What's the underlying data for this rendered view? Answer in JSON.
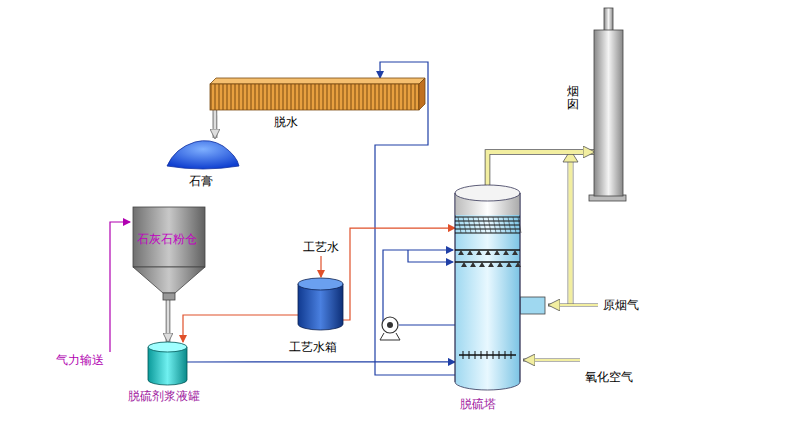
{
  "diagram": {
    "nodes": [
      {
        "text": [
          "脱水"
        ]
      },
      {
        "text": [
          "石膏"
        ]
      },
      {
        "text": [
          "石灰石粉仓"
        ]
      },
      {
        "text": [
          "脱硫剂浆液罐"
        ]
      },
      {
        "text": [
          "工艺水箱"
        ]
      },
      {
        "text": [
          "脱硫塔"
        ]
      },
      {
        "text": [
          "烟囱"
        ]
      }
    ],
    "edges": [
      {
        "from": 0,
        "to": 1,
        "arrow": "to"
      },
      {
        "from": 5,
        "to": 0,
        "arrow": "to"
      },
      {
        "from": 2,
        "to": 3,
        "arrow": "to"
      },
      {
        "from": 3,
        "to": 5,
        "arrow": "to"
      },
      {
        "from": 4,
        "to": 3,
        "arrow": "to"
      },
      {
        "from": 4,
        "to": 5,
        "arrow": "to"
      },
      {
        "from": 5,
        "to": 6,
        "arrow": "to"
      }
    ],
    "labels": [
      "工艺水",
      "气力输送",
      "原烟气",
      "氧化空气"
    ]
  }
}
